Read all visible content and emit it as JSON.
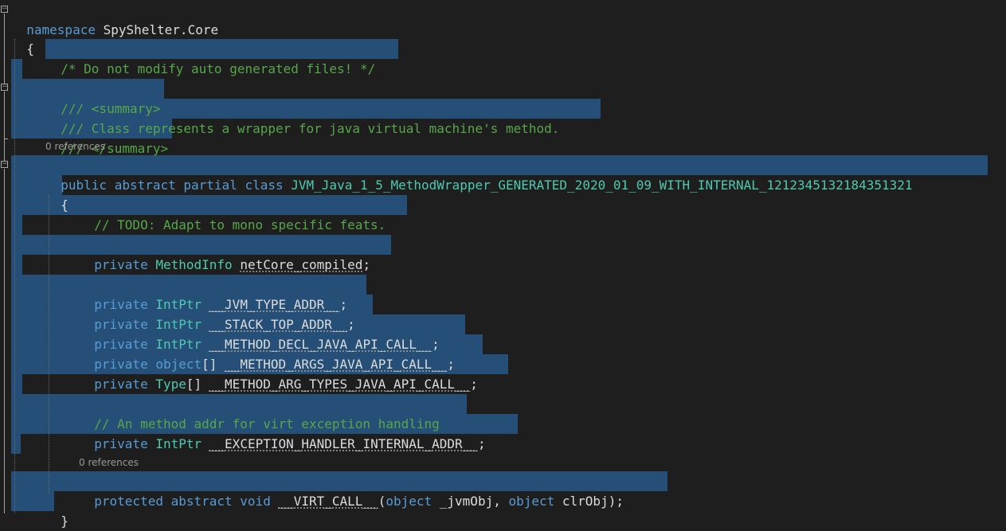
{
  "editor": {
    "codelens": [
      "0 references",
      "0 references"
    ],
    "lines": {
      "l1": {
        "kw": "namespace",
        "name": " SpyShelter.Core"
      },
      "l2": {
        "text": "{"
      },
      "l3": {
        "comment": "/* Do not modify auto generated files! */"
      },
      "l5": {
        "comment": "/// <summary>"
      },
      "l6": {
        "comment": "/// Class represents a wrapper for java virtual machine's method."
      },
      "l7": {
        "comment": "/// </summary>"
      },
      "l8": {
        "kw": "public abstract partial class",
        "type": "JVM_Java_1_5_MethodWrapper_GENERATED_2020_01_09_WITH_INTERNAL_1212345132184351321"
      },
      "l9": {
        "text": "{"
      },
      "l10": {
        "comment": "// TODO: Adapt to mono specific feats."
      },
      "l12": {
        "kw": "private",
        "type": "MethodInfo",
        "name": "netCore_compiled",
        "end": ";"
      },
      "l14": {
        "kw": "private",
        "type": "IntPtr",
        "name": "__JVM_TYPE_ADDR__",
        "end": ";"
      },
      "l15": {
        "kw": "private",
        "type": "IntPtr",
        "name": "__STACK_TOP_ADDR__",
        "end": ";"
      },
      "l16": {
        "kw": "private",
        "type": "IntPtr",
        "name": "__METHOD_DECL_JAVA_API_CALL__",
        "end": ";"
      },
      "l17": {
        "kw": "private",
        "type": "object",
        "arr": "[] ",
        "name": "__METHOD_ARGS_JAVA_API_CALL__",
        "end": ";"
      },
      "l18": {
        "kw": "private",
        "type": "Type",
        "arr": "[] ",
        "name": "__METHOD_ARG_TYPES_JAVA_API_CALL__",
        "end": ";"
      },
      "l20": {
        "comment": "// An method addr for virt exception handling"
      },
      "l21": {
        "kw": "private",
        "type": "IntPtr",
        "name": "__EXCEPTION_HANDLER_INTERNAL_ADDR__",
        "end": ";"
      },
      "l23": {
        "kw": "protected abstract void",
        "name": "__VIRT_CALL__",
        "open": "(",
        "p1type": "object",
        "p1": " _jvmObj, ",
        "p2type": "object",
        "p2": " clrObj",
        "close": ");"
      },
      "l24": {
        "text": "}"
      }
    }
  },
  "colors": {
    "background": "#1e1e1e",
    "selection": "#264f78",
    "keyword": "#569cd6",
    "type": "#4ec9b0",
    "comment": "#57a64a",
    "text": "#dcdcdc",
    "codelens": "#999999"
  },
  "icons": [
    "collapse-icon"
  ]
}
